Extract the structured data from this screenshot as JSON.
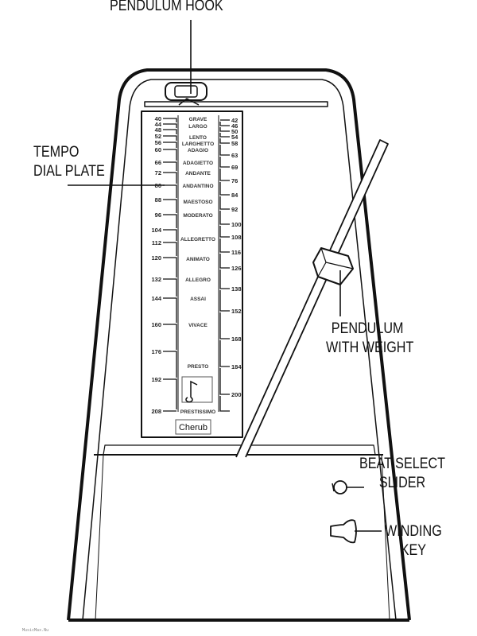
{
  "labels": {
    "pendulum_hook": "PENDULUM HOOK",
    "tempo_dial_plate": [
      "TEMPO",
      "DIAL PLATE"
    ],
    "pendulum_with_weight": [
      "PENDULUM",
      "WITH WEIGHT"
    ],
    "beat_select_slider": [
      "BEAT SELECT",
      "SLIDER"
    ],
    "winding_key": [
      "WINDING",
      "KEY"
    ]
  },
  "dial": {
    "left_scale": [
      "40",
      "44",
      "48",
      "52",
      "56",
      "60",
      "66",
      "72",
      "80",
      "88",
      "96",
      "104",
      "112",
      "120",
      "132",
      "144",
      "160",
      "176",
      "192",
      "208"
    ],
    "right_scale": [
      "42",
      "46",
      "50",
      "54",
      "58",
      "63",
      "69",
      "76",
      "84",
      "92",
      "100",
      "108",
      "116",
      "126",
      "138",
      "152",
      "168",
      "184",
      "200"
    ],
    "tempo_terms": [
      "GRAVE",
      "LARGO",
      "LENTO",
      "LARGHETTO",
      "ADAGIO",
      "ADAGIETTO",
      "ANDANTE",
      "ANDANTINO",
      "MAESTOSO",
      "MODERATO",
      "ALLEGRETTO",
      "ANIMATO",
      "ALLEGRO",
      "ASSAI",
      "VIVACE",
      "PRESTO",
      "PRESTISSIMO"
    ],
    "brand": "Cherub"
  },
  "watermark": "MusicMax.Nu"
}
